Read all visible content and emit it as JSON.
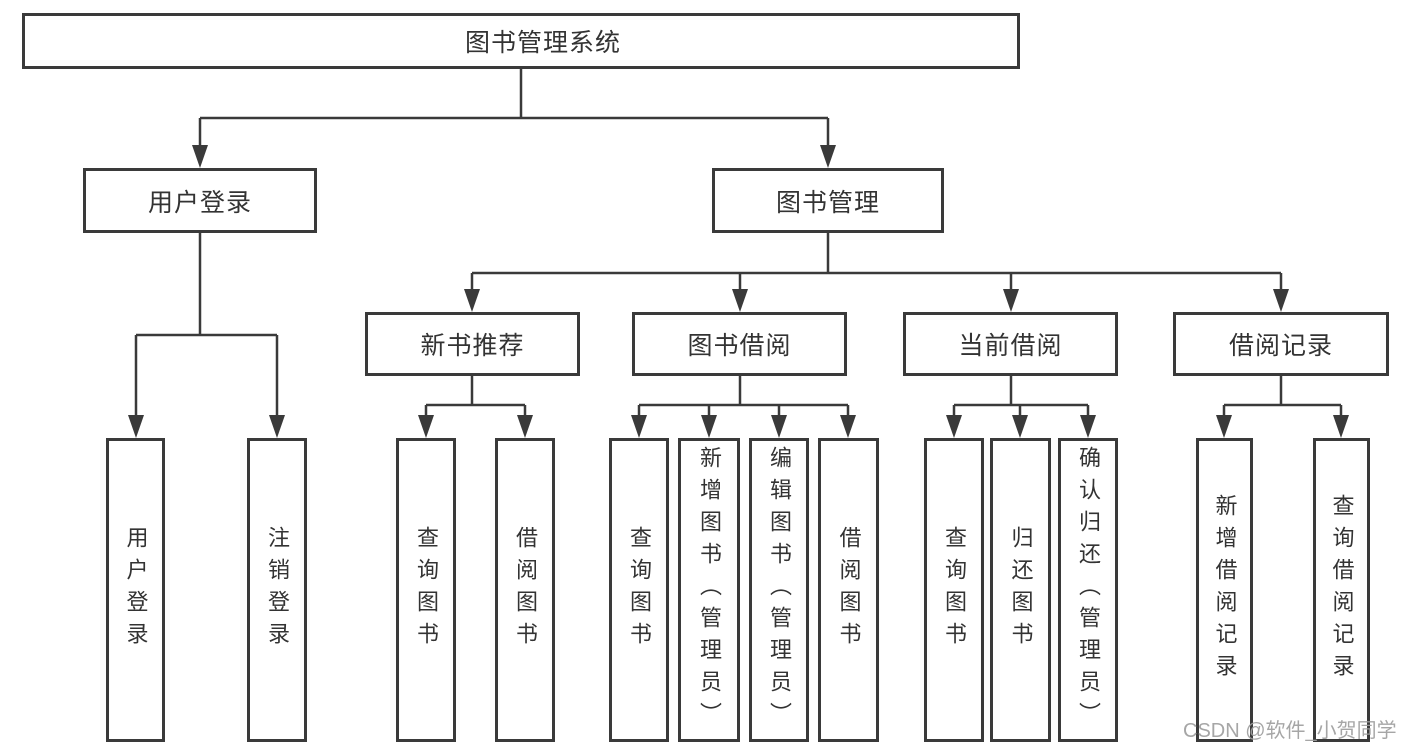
{
  "diagram": {
    "type": "hierarchy-tree",
    "line_color": "#3a3a3a",
    "box_background": "#ffffff",
    "tree": {
      "label": "图书管理系统",
      "children": [
        {
          "label": "用户登录",
          "children": [
            {
              "label": "用户登录"
            },
            {
              "label": "注销登录"
            }
          ]
        },
        {
          "label": "图书管理",
          "children": [
            {
              "label": "新书推荐",
              "children": [
                {
                  "label": "查询图书"
                },
                {
                  "label": "借阅图书"
                }
              ]
            },
            {
              "label": "图书借阅",
              "children": [
                {
                  "label": "查询图书"
                },
                {
                  "label": "新增图书（管理员）"
                },
                {
                  "label": "编辑图书（管理员）"
                },
                {
                  "label": "借阅图书"
                }
              ]
            },
            {
              "label": "当前借阅",
              "children": [
                {
                  "label": "查询图书"
                },
                {
                  "label": "归还图书"
                },
                {
                  "label": "确认归还（管理员）"
                }
              ]
            },
            {
              "label": "借阅记录",
              "children": [
                {
                  "label": "新增借阅记录"
                },
                {
                  "label": "查询借阅记录"
                }
              ]
            }
          ]
        }
      ]
    },
    "watermark": "CSDN @软件_小贺同学"
  }
}
